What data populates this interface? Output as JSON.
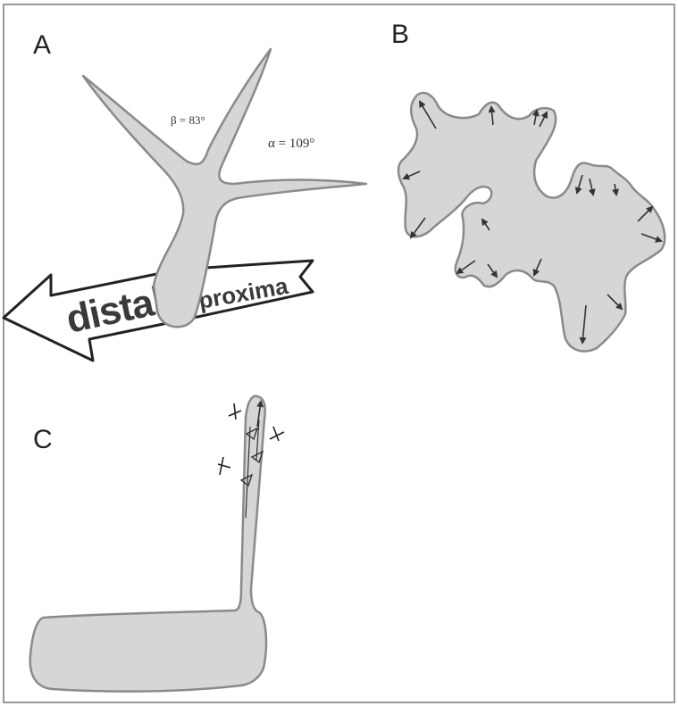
{
  "panels": {
    "a": {
      "label": "A",
      "beta": "β = 83°",
      "alpha": "α = 109°",
      "distal": "distal",
      "proximal": "proxima"
    },
    "b": {
      "label": "B"
    },
    "c": {
      "label": "C"
    }
  },
  "colors": {
    "cell_fill": "#d6d6d6",
    "cell_outline": "#8a8a8a",
    "ink": "#333333",
    "frame": "#9a9a9a"
  }
}
